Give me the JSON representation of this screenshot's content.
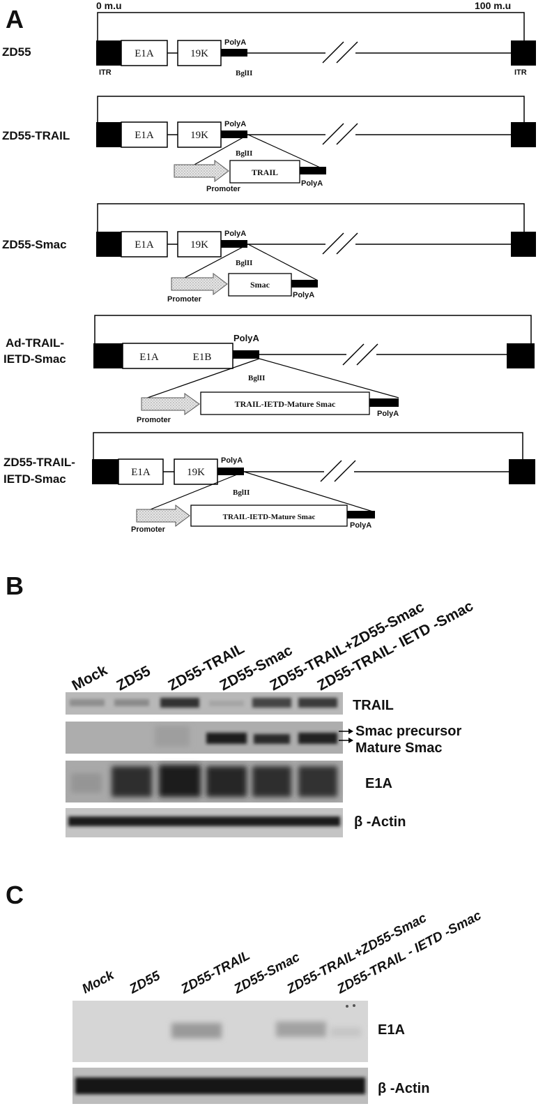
{
  "panel_a": {
    "letter": "A",
    "scale_start": "0 m.u",
    "scale_end": "100 m.u",
    "constructs": [
      {
        "name_lines": [
          "ZD55"
        ],
        "genes": [
          "E1A",
          "19K"
        ],
        "polya": "PolyA",
        "bglii": "BglII",
        "itr_left": "ITR",
        "itr_right": "ITR"
      },
      {
        "name_lines": [
          "ZD55-TRAIL"
        ],
        "genes": [
          "E1A",
          "19K"
        ],
        "polya": "PolyA",
        "bglii": "BglII",
        "cassette": {
          "promoter": "Promoter",
          "gene": "TRAIL",
          "polya": "PolyA"
        }
      },
      {
        "name_lines": [
          "ZD55-Smac"
        ],
        "genes": [
          "E1A",
          "19K"
        ],
        "polya": "PolyA",
        "bglii": "BglII",
        "cassette": {
          "promoter": "Promoter",
          "gene": "Smac",
          "polya": "PolyA"
        }
      },
      {
        "name_lines": [
          "Ad-TRAIL-",
          "IETD-Smac"
        ],
        "genes": [
          "E1A",
          "E1B"
        ],
        "polya": "PolyA",
        "bglii": "BglII",
        "cassette": {
          "promoter": "Promoter",
          "gene": "TRAIL-IETD-Mature Smac",
          "polya": "PolyA"
        }
      },
      {
        "name_lines": [
          "ZD55-TRAIL-",
          "IETD-Smac"
        ],
        "genes": [
          "E1A",
          "19K"
        ],
        "polya": "PolyA",
        "bglii": "BglII",
        "cassette": {
          "promoter": "Promoter",
          "gene": "TRAIL-IETD-Mature Smac",
          "polya": "PolyA"
        }
      }
    ]
  },
  "panel_b": {
    "letter": "B",
    "lanes": [
      "Mock",
      "ZD55",
      "ZD55-TRAIL",
      "ZD55-Smac",
      "ZD55-TRAIL+ZD55-Smac",
      "ZD55-TRAIL- IETD -Smac"
    ],
    "blots": {
      "trail": "TRAIL",
      "smac_precursor": "Smac precursor",
      "mature_smac": "Mature Smac",
      "e1a": "E1A",
      "actin": "β -Actin"
    }
  },
  "panel_c": {
    "letter": "C",
    "lanes": [
      "Mock",
      "ZD55",
      "ZD55-TRAIL",
      "ZD55-Smac",
      "ZD55-TRAIL+ZD55-Smac",
      "ZD55-TRAIL - IETD -Smac"
    ],
    "blots": {
      "e1a": "E1A",
      "actin": "β -Actin"
    }
  }
}
